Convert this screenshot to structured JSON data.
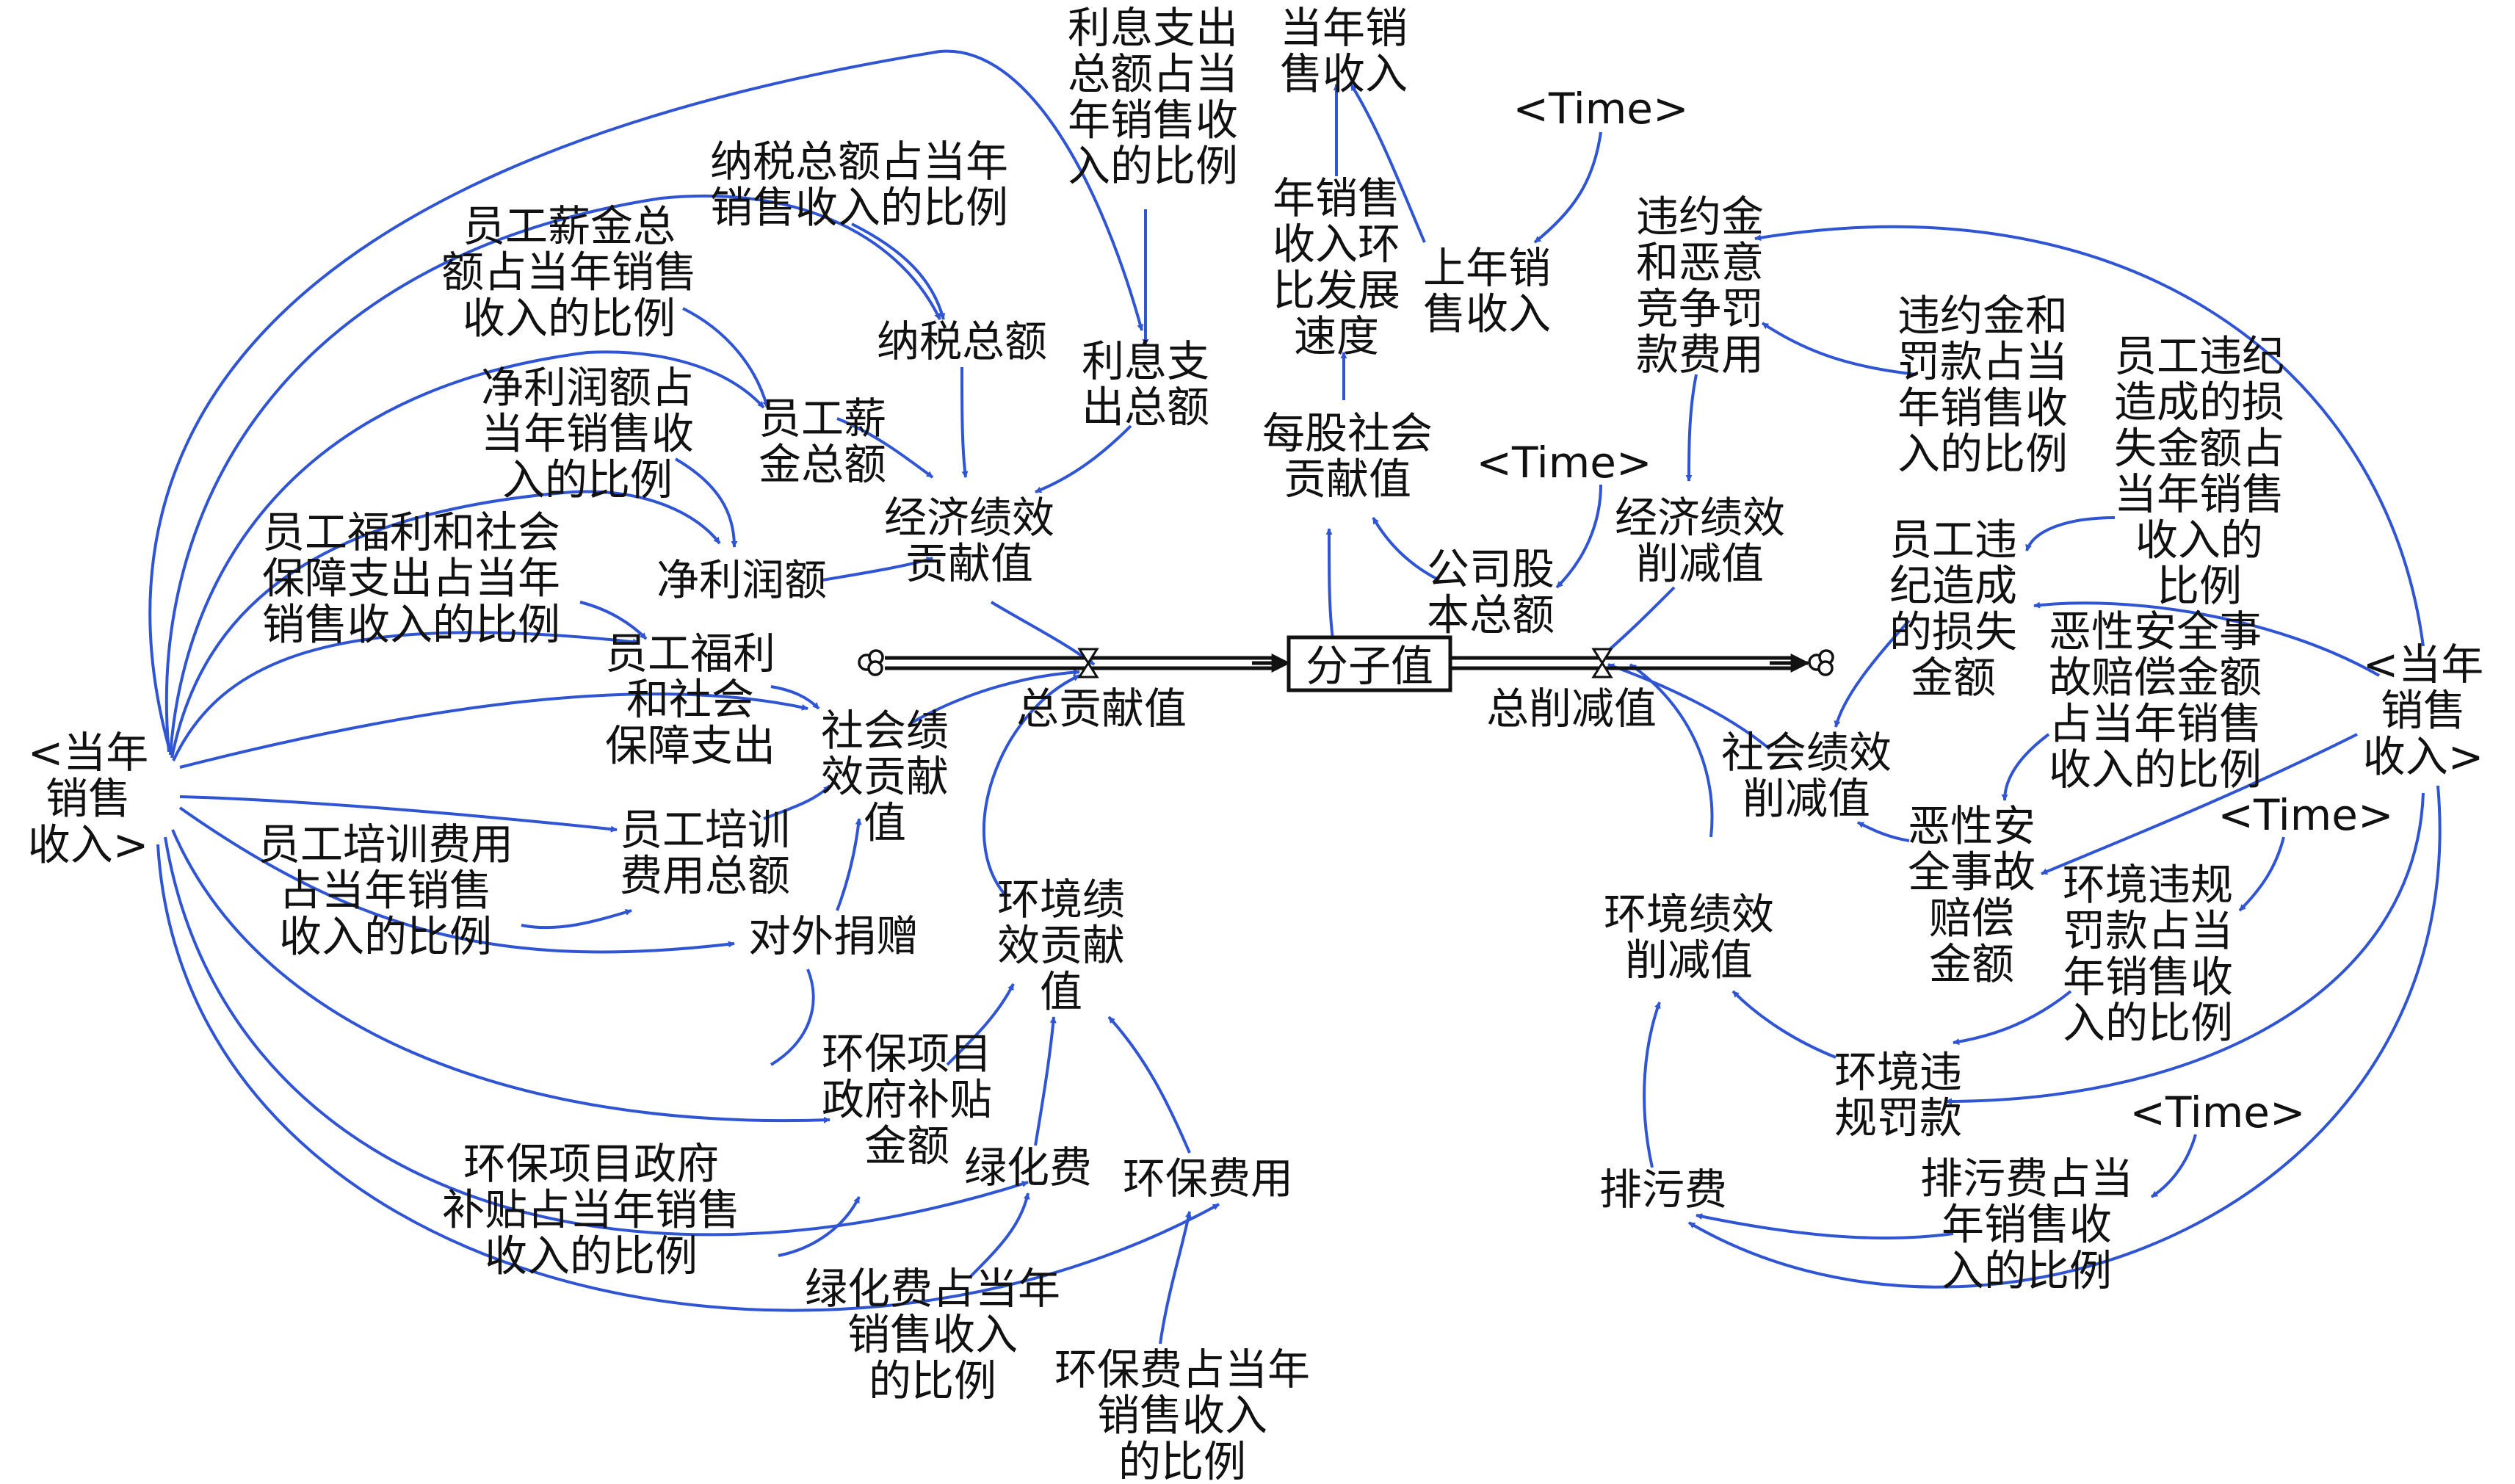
{
  "colors": {
    "arrow": "#2f55d4",
    "text": "#111111",
    "stock_border": "#111111",
    "background": "#ffffff"
  },
  "stock": {
    "label": "分子值"
  },
  "flows": {
    "inflow": "总贡献值",
    "outflow": "总削减值"
  },
  "nodes": {
    "sales_left": "<当年\n销售\n收入>",
    "sales_right": "<当年\n销售\n收入>",
    "sales_current": "当年销\n售收入",
    "time_top": "<Time>",
    "time_mid": "<Time>",
    "time_right_upper": "<Time>",
    "time_right_lower": "<Time>",
    "interest_ratio": "利息支出\n总额占当\n年销售收\n入的比例",
    "interest_total": "利息支\n出总额",
    "tax_ratio": "纳税总额占当年\n销售收入的比例",
    "tax_total": "纳税总额",
    "salary_ratio": "员工薪金总\n额占当年销售\n收入的比例",
    "salary_total": "员工薪\n金总额",
    "net_profit_ratio": "净利润额占\n当年销售收\n入的比例",
    "net_profit": "净利润额",
    "welfare_ratio": "员工福利和社会\n保障支出占当年\n销售收入的比例",
    "welfare": "员工福利\n和社会\n保障支出",
    "economic_contribution": "经济绩效\n贡献值",
    "social_contribution": "社会绩\n效贡献\n值",
    "training_ratio": "员工培训费用\n占当年销售\n收入的比例",
    "training_total": "员工培训\n费用总额",
    "donation": "对外捐赠",
    "env_contribution": "环境绩\n效贡献\n值",
    "subsidy": "环保项目\n政府补贴\n金额",
    "subsidy_ratio": "环保项目政府\n补贴占当年销售\n收入的比例",
    "greening": "绿化费",
    "greening_ratio": "绿化费占当年\n销售收入\n的比例",
    "env_cost": "环保费用",
    "env_cost_ratio": "环保费占当年\n销售收入\n的比例",
    "growth_rate": "年销售\n收入环\n比发展\n速度",
    "sales_last_year": "上年销\n售收入",
    "per_share": "每股社会\n贡献值",
    "share_capital": "公司股\n本总额",
    "penalty": "违约金\n和恶意\n竞争罚\n款费用",
    "penalty_ratio": "违约金和\n罚款占当\n年销售收\n入的比例",
    "economic_reduction": "经济绩效\n削减值",
    "violation_loss_ratio": "员工违纪\n造成的损\n失金额占\n当年销售\n收入的\n比例",
    "violation_loss": "员工违\n纪造成\n的损失\n金额",
    "accident_ratio": "恶性安全事\n故赔偿金额\n占当年销售\n收入的比例",
    "social_reduction": "社会绩效\n削减值",
    "accident_comp": "恶性安\n全事故\n赔偿\n金额",
    "env_fine_ratio": "环境违规\n罚款占当\n年销售收\n入的比例",
    "env_reduction": "环境绩效\n削减值",
    "env_fine": "环境违\n规罚款",
    "sewage_ratio": "排污费占当\n年销售收\n入的比例",
    "sewage": "排污费"
  }
}
